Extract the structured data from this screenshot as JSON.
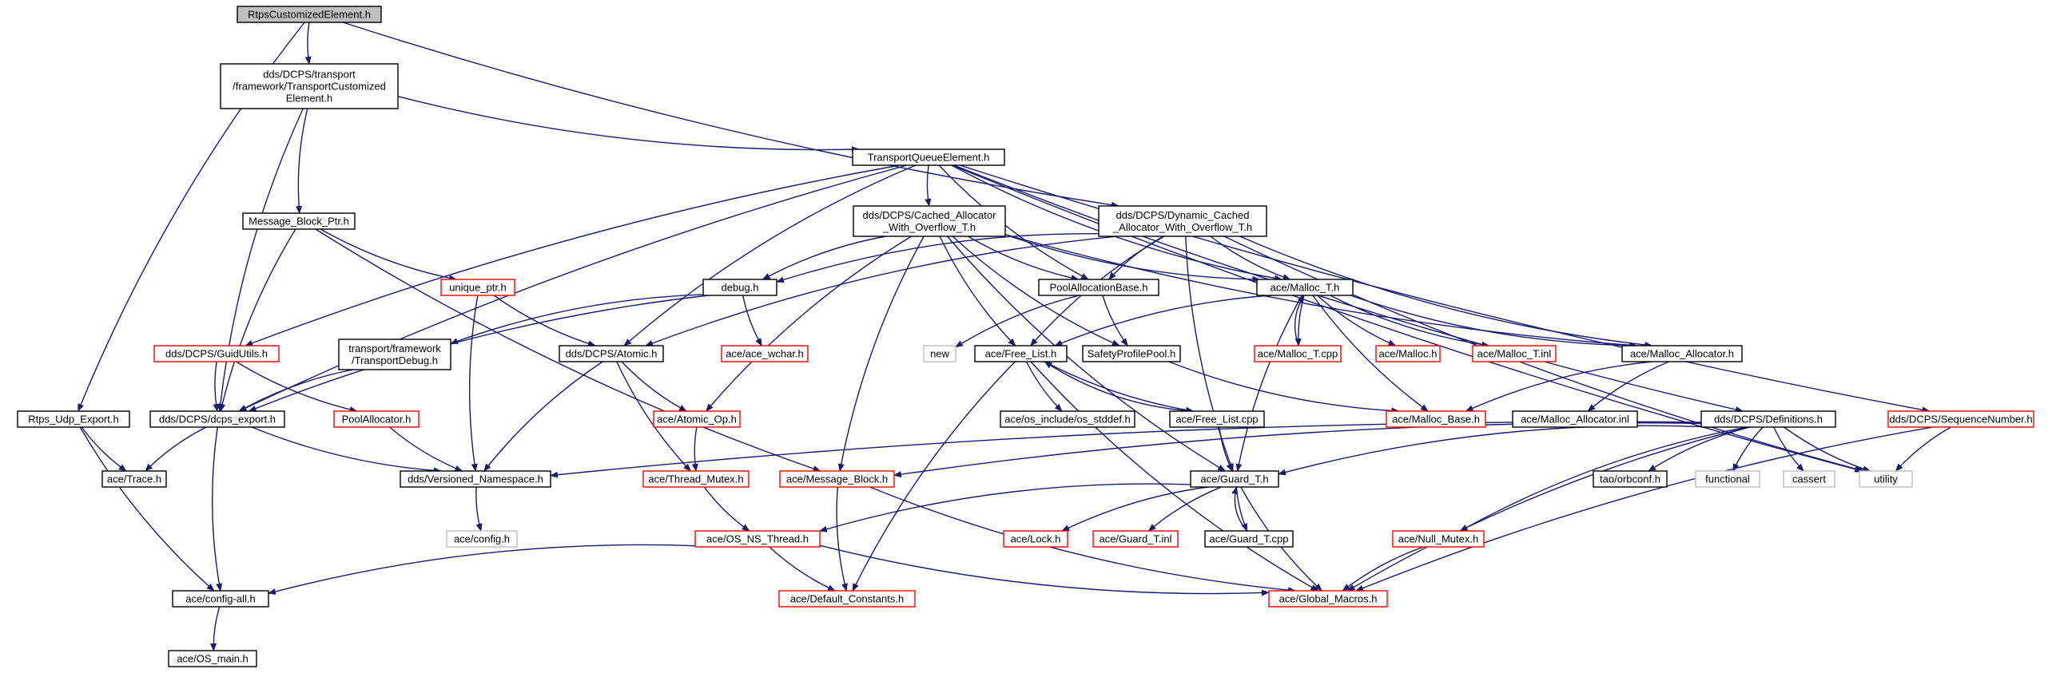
{
  "colors": {
    "edge": "#191970",
    "node_border": "#000000",
    "truncated_border": "#ff0000",
    "external_border": "#bfbfbf",
    "external_text": "#7f7f7f",
    "root_fill": "#bfbfbf",
    "node_fill": "#ffffff"
  },
  "nodes": [
    {
      "id": "root",
      "lines": [
        "RtpsCustomizedElement.h"
      ],
      "style": "root"
    },
    {
      "id": "tce",
      "lines": [
        "dds/DCPS/transport",
        "/framework/TransportCustomized",
        "Element.h"
      ],
      "style": "normal"
    },
    {
      "id": "tqe",
      "lines": [
        "TransportQueueElement.h"
      ],
      "style": "normal"
    },
    {
      "id": "rtpsudp",
      "lines": [
        "Rtps_Udp_Export.h"
      ],
      "style": "normal"
    },
    {
      "id": "mbp",
      "lines": [
        "Message_Block_Ptr.h"
      ],
      "style": "normal"
    },
    {
      "id": "guid",
      "lines": [
        "dds/DCPS/GuidUtils.h"
      ],
      "style": "truncated"
    },
    {
      "id": "cached",
      "lines": [
        "dds/DCPS/Cached_Allocator",
        "_With_Overflow_T.h"
      ],
      "style": "normal"
    },
    {
      "id": "dyn",
      "lines": [
        "dds/DCPS/Dynamic_Cached",
        "_Allocator_With_Overflow_T.h"
      ],
      "style": "normal"
    },
    {
      "id": "unique",
      "lines": [
        "unique_ptr.h"
      ],
      "style": "truncated"
    },
    {
      "id": "debug",
      "lines": [
        "debug.h"
      ],
      "style": "normal"
    },
    {
      "id": "pab",
      "lines": [
        "PoolAllocationBase.h"
      ],
      "style": "normal"
    },
    {
      "id": "malloct",
      "lines": [
        "ace/Malloc_T.h"
      ],
      "style": "normal"
    },
    {
      "id": "tdebug",
      "lines": [
        "transport/framework",
        "/TransportDebug.h"
      ],
      "style": "normal"
    },
    {
      "id": "atomic",
      "lines": [
        "dds/DCPS/Atomic.h"
      ],
      "style": "normal"
    },
    {
      "id": "wchar",
      "lines": [
        "ace/ace_wchar.h"
      ],
      "style": "truncated"
    },
    {
      "id": "new",
      "lines": [
        "new"
      ],
      "style": "external"
    },
    {
      "id": "freelist",
      "lines": [
        "ace/Free_List.h"
      ],
      "style": "normal"
    },
    {
      "id": "spp",
      "lines": [
        "SafetyProfilePool.h"
      ],
      "style": "normal"
    },
    {
      "id": "malloctcpp",
      "lines": [
        "ace/Malloc_T.cpp"
      ],
      "style": "truncated"
    },
    {
      "id": "malloc",
      "lines": [
        "ace/Malloc.h"
      ],
      "style": "truncated"
    },
    {
      "id": "mallocinl",
      "lines": [
        "ace/Malloc_T.inl"
      ],
      "style": "truncated"
    },
    {
      "id": "mallocalloc",
      "lines": [
        "ace/Malloc_Allocator.h"
      ],
      "style": "normal"
    },
    {
      "id": "dcpsexport",
      "lines": [
        "dds/DCPS/dcps_export.h"
      ],
      "style": "normal"
    },
    {
      "id": "poolalloc",
      "lines": [
        "PoolAllocator.h"
      ],
      "style": "truncated"
    },
    {
      "id": "atomicop",
      "lines": [
        "ace/Atomic_Op.h"
      ],
      "style": "truncated"
    },
    {
      "id": "osstddef",
      "lines": [
        "ace/os_include/os_stddef.h"
      ],
      "style": "normal"
    },
    {
      "id": "freelistcpp",
      "lines": [
        "ace/Free_List.cpp"
      ],
      "style": "normal"
    },
    {
      "id": "mallocbase",
      "lines": [
        "ace/Malloc_Base.h"
      ],
      "style": "truncated"
    },
    {
      "id": "mallocallocinl",
      "lines": [
        "ace/Malloc_Allocator.inl"
      ],
      "style": "normal"
    },
    {
      "id": "defs",
      "lines": [
        "dds/DCPS/Definitions.h"
      ],
      "style": "normal"
    },
    {
      "id": "seqnum",
      "lines": [
        "dds/DCPS/SequenceNumber.h"
      ],
      "style": "truncated"
    },
    {
      "id": "trace",
      "lines": [
        "ace/Trace.h"
      ],
      "style": "normal"
    },
    {
      "id": "vns",
      "lines": [
        "dds/Versioned_Namespace.h"
      ],
      "style": "normal"
    },
    {
      "id": "threadmutex",
      "lines": [
        "ace/Thread_Mutex.h"
      ],
      "style": "truncated"
    },
    {
      "id": "msgblock",
      "lines": [
        "ace/Message_Block.h"
      ],
      "style": "truncated"
    },
    {
      "id": "guard",
      "lines": [
        "ace/Guard_T.h"
      ],
      "style": "normal"
    },
    {
      "id": "orbconf",
      "lines": [
        "tao/orbconf.h"
      ],
      "style": "normal"
    },
    {
      "id": "functional",
      "lines": [
        "functional"
      ],
      "style": "external"
    },
    {
      "id": "cassert",
      "lines": [
        "cassert"
      ],
      "style": "external"
    },
    {
      "id": "utility",
      "lines": [
        "utility"
      ],
      "style": "external"
    },
    {
      "id": "config",
      "lines": [
        "ace/config.h"
      ],
      "style": "external"
    },
    {
      "id": "osns",
      "lines": [
        "ace/OS_NS_Thread.h"
      ],
      "style": "truncated"
    },
    {
      "id": "lock",
      "lines": [
        "ace/Lock.h"
      ],
      "style": "truncated"
    },
    {
      "id": "guardinl",
      "lines": [
        "ace/Guard_T.inl"
      ],
      "style": "truncated"
    },
    {
      "id": "guardcpp",
      "lines": [
        "ace/Guard_T.cpp"
      ],
      "style": "normal"
    },
    {
      "id": "nullmutex",
      "lines": [
        "ace/Null_Mutex.h"
      ],
      "style": "truncated"
    },
    {
      "id": "configall",
      "lines": [
        "ace/config-all.h"
      ],
      "style": "normal"
    },
    {
      "id": "defconst",
      "lines": [
        "ace/Default_Constants.h"
      ],
      "style": "truncated"
    },
    {
      "id": "globalmacros",
      "lines": [
        "ace/Global_Macros.h"
      ],
      "style": "truncated"
    },
    {
      "id": "osmain",
      "lines": [
        "ace/OS_main.h"
      ],
      "style": "normal"
    }
  ],
  "edges": [
    [
      "root",
      "tce"
    ],
    [
      "root",
      "rtpsudp"
    ],
    [
      "root",
      "dyn"
    ],
    [
      "tce",
      "tqe"
    ],
    [
      "tce",
      "mbp"
    ],
    [
      "tce",
      "dcpsexport"
    ],
    [
      "tqe",
      "dcpsexport"
    ],
    [
      "tqe",
      "guid"
    ],
    [
      "tqe",
      "cached"
    ],
    [
      "tqe",
      "pab"
    ],
    [
      "tqe",
      "atomic"
    ],
    [
      "tqe",
      "seqnum"
    ],
    [
      "tqe",
      "utility"
    ],
    [
      "tqe",
      "defs"
    ],
    [
      "tqe",
      "malloct"
    ],
    [
      "mbp",
      "dcpsexport"
    ],
    [
      "mbp",
      "unique"
    ],
    [
      "mbp",
      "msgblock"
    ],
    [
      "unique",
      "atomic"
    ],
    [
      "unique",
      "vns"
    ],
    [
      "guid",
      "dcpsexport"
    ],
    [
      "guid",
      "poolalloc"
    ],
    [
      "cached",
      "debug"
    ],
    [
      "cached",
      "pab"
    ],
    [
      "cached",
      "malloct"
    ],
    [
      "cached",
      "freelist"
    ],
    [
      "cached",
      "spp"
    ],
    [
      "cached",
      "mallocalloc"
    ],
    [
      "cached",
      "atomicop"
    ],
    [
      "cached",
      "msgblock"
    ],
    [
      "cached",
      "guard"
    ],
    [
      "dyn",
      "debug"
    ],
    [
      "dyn",
      "pab"
    ],
    [
      "dyn",
      "malloct"
    ],
    [
      "dyn",
      "freelist"
    ],
    [
      "dyn",
      "mallocalloc"
    ],
    [
      "dyn",
      "atomic"
    ],
    [
      "dyn",
      "utility"
    ],
    [
      "dyn",
      "guard"
    ],
    [
      "debug",
      "tdebug"
    ],
    [
      "debug",
      "wchar"
    ],
    [
      "debug",
      "dcpsexport"
    ],
    [
      "pab",
      "new"
    ],
    [
      "pab",
      "spp"
    ],
    [
      "malloct",
      "freelist"
    ],
    [
      "malloct",
      "malloctcpp"
    ],
    [
      "malloct",
      "malloc"
    ],
    [
      "malloct",
      "mallocinl"
    ],
    [
      "malloct",
      "mallocalloc"
    ],
    [
      "malloct",
      "mallocbase"
    ],
    [
      "malloct",
      "guard"
    ],
    [
      "malloctcpp",
      "malloct"
    ],
    [
      "tdebug",
      "dcpsexport"
    ],
    [
      "atomic",
      "atomicop"
    ],
    [
      "atomic",
      "threadmutex"
    ],
    [
      "atomic",
      "vns"
    ],
    [
      "freelist",
      "osstddef"
    ],
    [
      "freelist",
      "freelistcpp"
    ],
    [
      "freelist",
      "defconst"
    ],
    [
      "freelist",
      "globalmacros"
    ],
    [
      "freelistcpp",
      "freelist"
    ],
    [
      "freelistcpp",
      "guard"
    ],
    [
      "spp",
      "mallocbase"
    ],
    [
      "mallocalloc",
      "mallocbase"
    ],
    [
      "mallocalloc",
      "mallocallocinl"
    ],
    [
      "dcpsexport",
      "trace"
    ],
    [
      "dcpsexport",
      "vns"
    ],
    [
      "dcpsexport",
      "configall"
    ],
    [
      "rtpsudp",
      "trace"
    ],
    [
      "rtpsudp",
      "configall"
    ],
    [
      "poolalloc",
      "vns"
    ],
    [
      "atomicop",
      "threadmutex"
    ],
    [
      "threadmutex",
      "osns"
    ],
    [
      "osns",
      "configall"
    ],
    [
      "osns",
      "defconst"
    ],
    [
      "osns",
      "globalmacros"
    ],
    [
      "msgblock",
      "defconst"
    ],
    [
      "msgblock",
      "globalmacros"
    ],
    [
      "guard",
      "osns"
    ],
    [
      "guard",
      "lock"
    ],
    [
      "guard",
      "guardinl"
    ],
    [
      "guard",
      "guardcpp"
    ],
    [
      "guard",
      "globalmacros"
    ],
    [
      "guardcpp",
      "guard"
    ],
    [
      "vns",
      "config"
    ],
    [
      "configall",
      "osmain"
    ],
    [
      "defs",
      "vns"
    ],
    [
      "defs",
      "msgblock"
    ],
    [
      "defs",
      "guard"
    ],
    [
      "defs",
      "orbconf"
    ],
    [
      "defs",
      "functional"
    ],
    [
      "defs",
      "cassert"
    ],
    [
      "defs",
      "utility"
    ],
    [
      "defs",
      "nullmutex"
    ],
    [
      "defs",
      "globalmacros"
    ],
    [
      "seqnum",
      "utility"
    ],
    [
      "seqnum",
      "globalmacros"
    ],
    [
      "nullmutex",
      "globalmacros"
    ]
  ]
}
